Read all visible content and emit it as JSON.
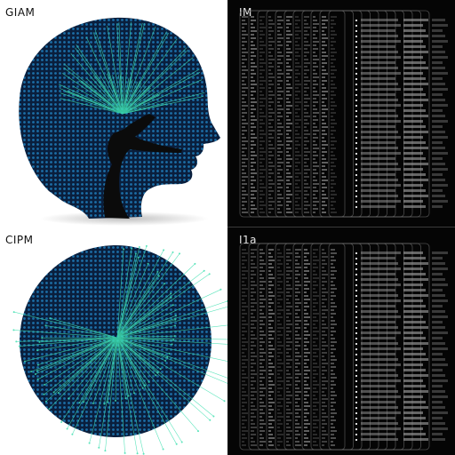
{
  "panels": [
    {
      "label": "GIAM"
    },
    {
      "label": "IM"
    },
    {
      "label": "CIPM"
    },
    {
      "label": "I1a"
    }
  ],
  "colors": {
    "dot_blue": "#1c6fa8",
    "deep_navy": "#0a1f3d",
    "ray_teal": "#3fe0b0",
    "dark_bg": "#050505",
    "bar_gray": "#9a9a9a"
  }
}
